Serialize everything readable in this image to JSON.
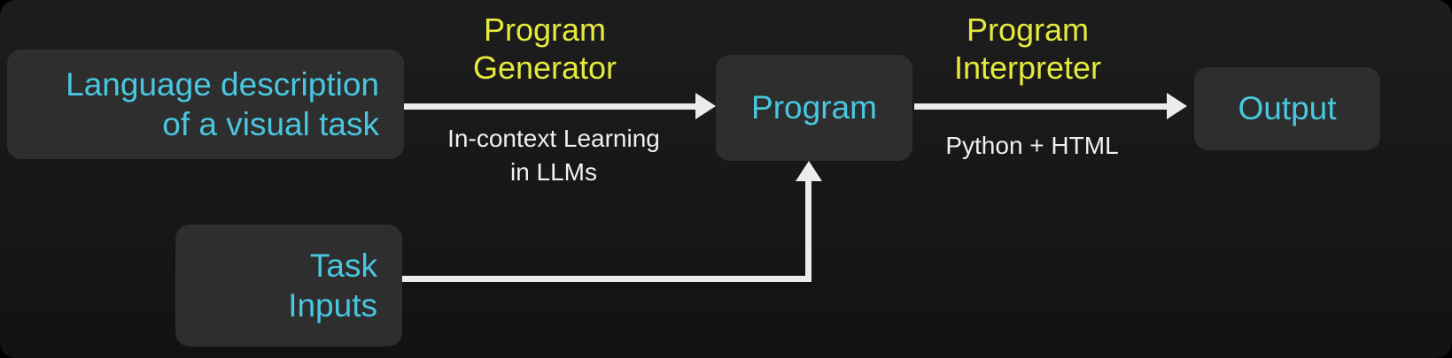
{
  "colors": {
    "background": "#171717",
    "node_background": "#2e2e2e",
    "node_text": "#49c7e0",
    "edge_label": "#e5ea3d",
    "edge_sublabel": "#f0f0f0",
    "arrow": "#ececec"
  },
  "nodes": {
    "language_description": {
      "line1": "Language description",
      "line2": "of a visual task"
    },
    "program": {
      "label": "Program"
    },
    "output": {
      "label": "Output"
    },
    "task_inputs": {
      "line1": "Task",
      "line2": "Inputs"
    }
  },
  "edges": {
    "program_generator": {
      "label_line1": "Program",
      "label_line2": "Generator",
      "sublabel_line1": "In-context Learning",
      "sublabel_line2": "in LLMs"
    },
    "program_interpreter": {
      "label_line1": "Program",
      "label_line2": "Interpreter",
      "sublabel": "Python + HTML"
    }
  }
}
